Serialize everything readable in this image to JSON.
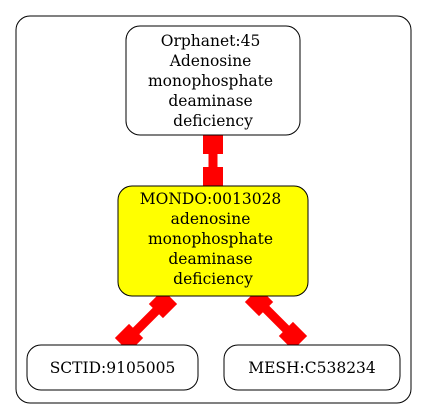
{
  "colors": {
    "background": "#ffffff",
    "cluster_stroke": "#000000",
    "node_stroke": "#000000",
    "node_fill_default": "#ffffff",
    "node_fill_highlight": "#ffff00",
    "edge_color": "#ff0000"
  },
  "nodes": [
    {
      "id": "orphanet",
      "lines": [
        "Orphanet:45",
        "Adenosine",
        "monophosphate",
        "deaminase",
        "deficiency"
      ],
      "highlight": false
    },
    {
      "id": "mondo",
      "lines": [
        "MONDO:0013028",
        "adenosine",
        "monophosphate",
        "deaminase",
        "deficiency"
      ],
      "highlight": true
    },
    {
      "id": "sctid",
      "lines": [
        "SCTID:9105005"
      ],
      "highlight": false
    },
    {
      "id": "mesh",
      "lines": [
        "MESH:C538234"
      ],
      "highlight": false
    }
  ],
  "edges": [
    {
      "from": "orphanet",
      "to": "mondo"
    },
    {
      "from": "mondo",
      "to": "sctid"
    },
    {
      "from": "mondo",
      "to": "mesh"
    }
  ]
}
